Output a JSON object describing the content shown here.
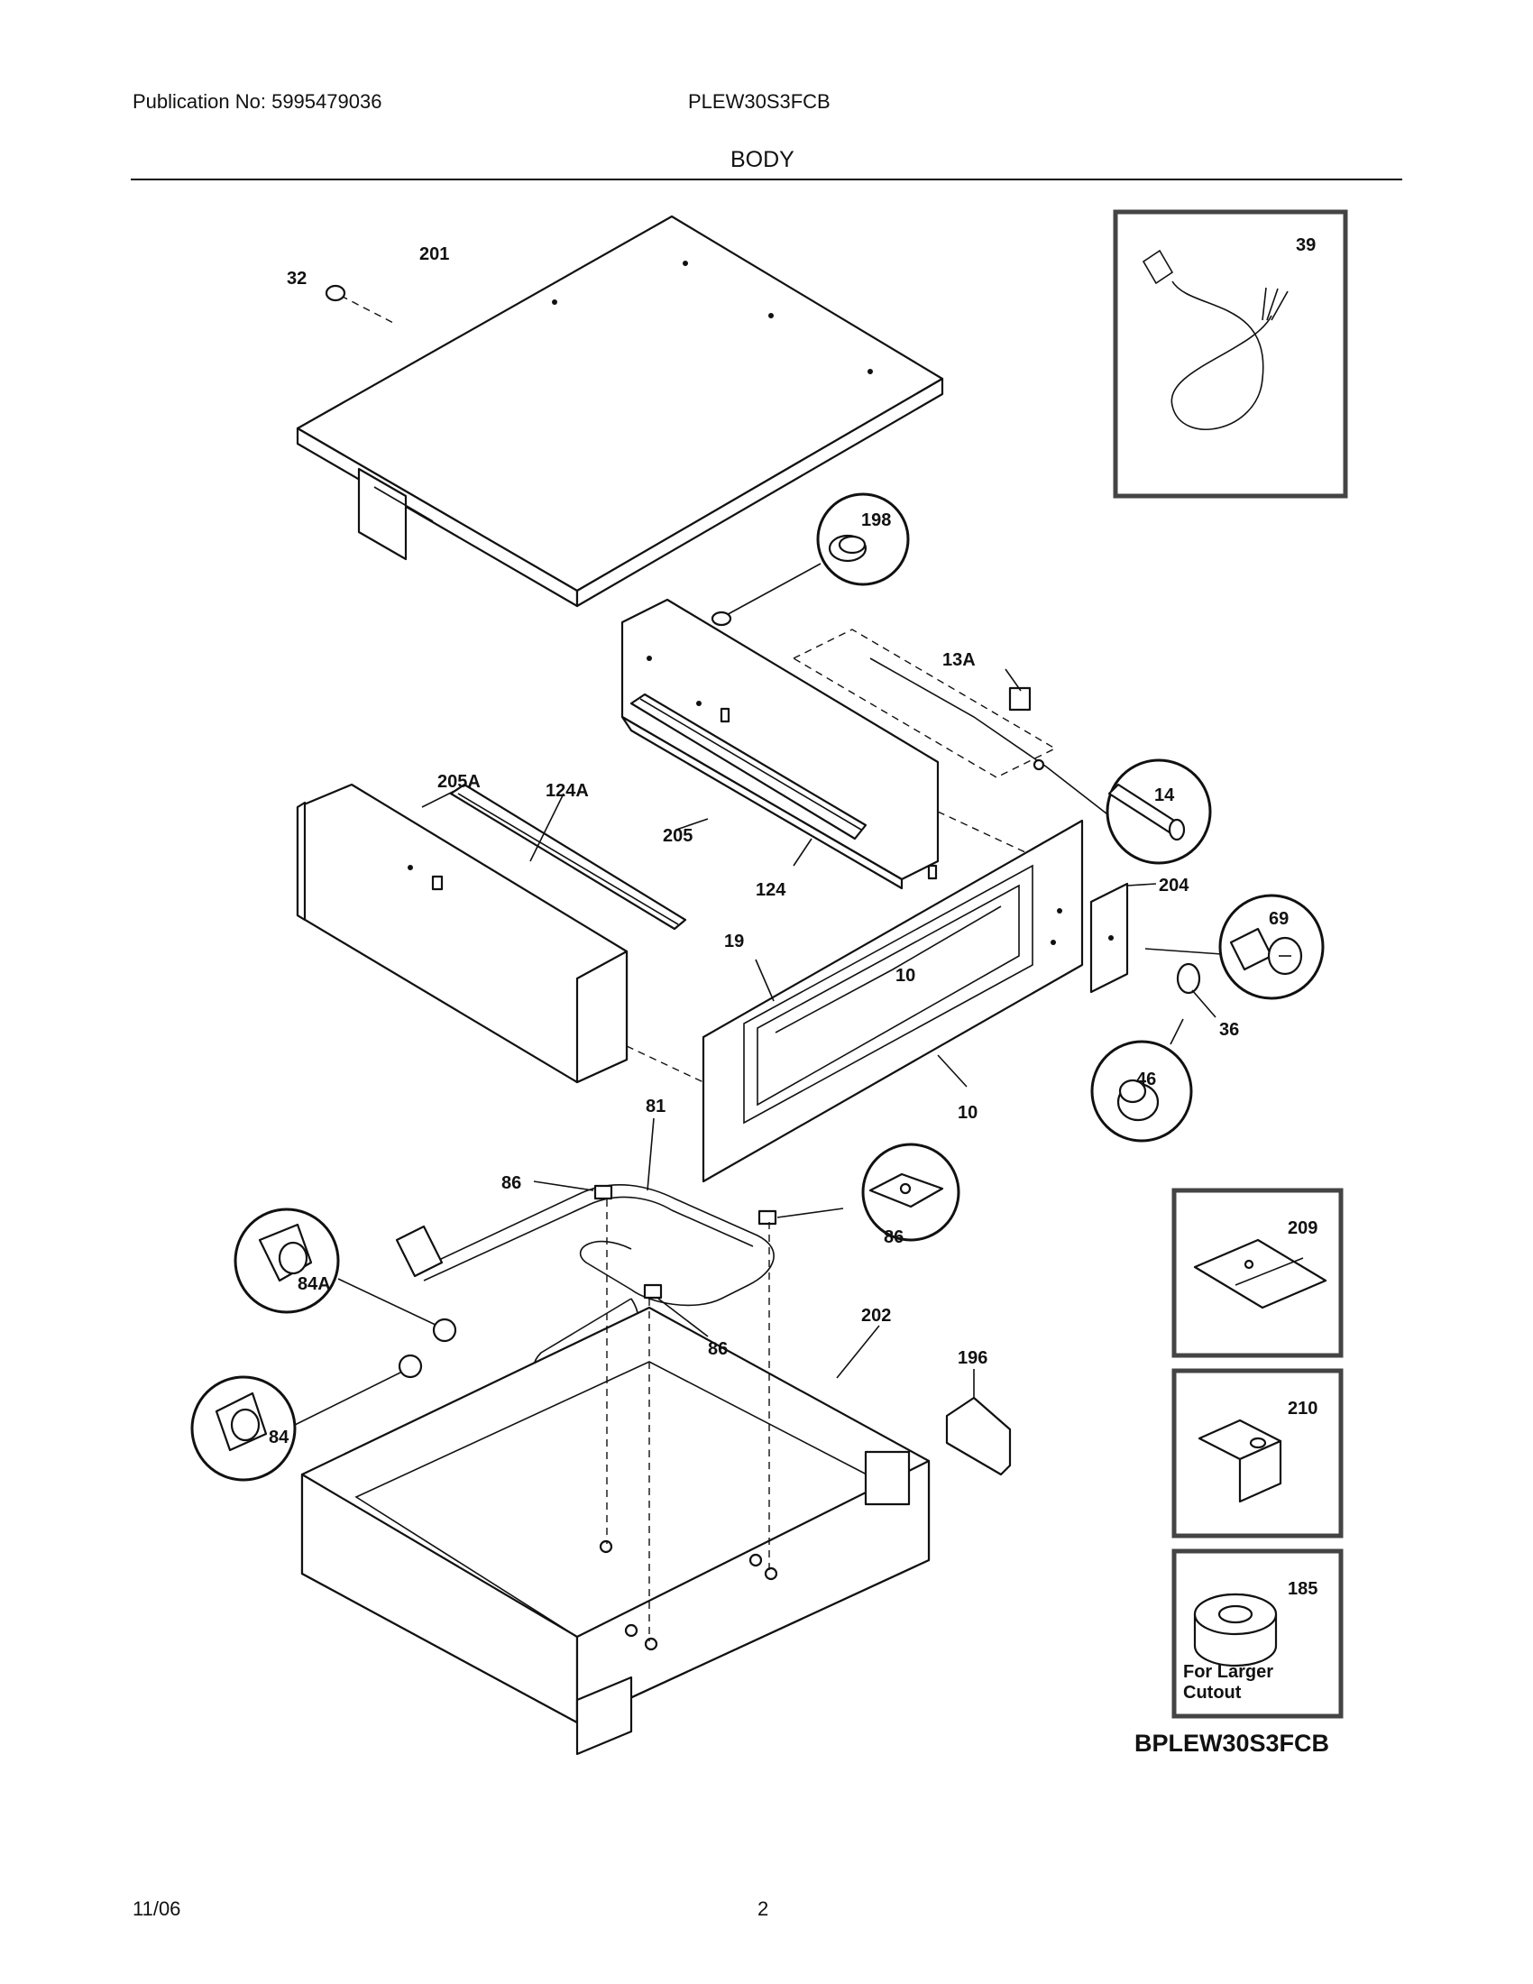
{
  "header": {
    "publication": "Publication No: 5995479036",
    "model": "PLEW30S3FCB",
    "section_title": "BODY"
  },
  "footer": {
    "date": "11/06",
    "page_number": "2"
  },
  "diagram": {
    "parts": {
      "p201": "201",
      "p32": "32",
      "p39": "39",
      "p198": "198",
      "p13A": "13A",
      "p205A": "205A",
      "p124A": "124A",
      "p205": "205",
      "p124": "124",
      "p14": "14",
      "p204": "204",
      "p69": "69",
      "p19": "19",
      "p10a": "10",
      "p10b": "10",
      "p36": "36",
      "p46": "46",
      "p81": "81",
      "p86a": "86",
      "p86b": "86",
      "p86c": "86",
      "p84A": "84A",
      "p84": "84",
      "p202": "202",
      "p196": "196",
      "p209": "209",
      "p210": "210",
      "p185": "185"
    },
    "note_185_line1": "For Larger",
    "note_185_line2": "Cutout",
    "diagram_id": "BPLEW30S3FCB"
  }
}
